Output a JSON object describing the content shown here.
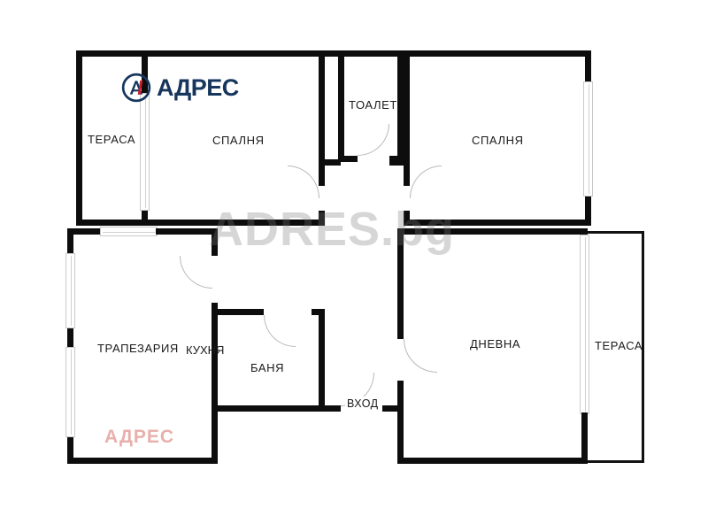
{
  "document": {
    "type": "floor-plan",
    "title": "АДРЕС floor plan",
    "background_color": "#ffffff",
    "wall_color": "#0d0d0d"
  },
  "brand": {
    "name": "АДРЕС",
    "mark_letter": "А",
    "navy": "#17365d",
    "red": "#c8202e",
    "watermark_pink": "АДРЕС",
    "watermark_pink_color": "#e8b0ab",
    "watermark_center": "ADRES.bg",
    "watermark_center_color": "#787878"
  },
  "rooms": [
    {
      "id": "terrace-left",
      "label": "ТЕРАСА"
    },
    {
      "id": "bedroom-left",
      "label": "СПАЛНЯ"
    },
    {
      "id": "toilet",
      "label": "ТОАЛЕТ"
    },
    {
      "id": "bedroom-right",
      "label": "СПАЛНЯ"
    },
    {
      "id": "dining",
      "label": "ТРАПЕЗАРИЯ"
    },
    {
      "id": "kitchen",
      "label": "КУХНЯ"
    },
    {
      "id": "bathroom",
      "label": "БАНЯ"
    },
    {
      "id": "living",
      "label": "ДНЕВНА"
    },
    {
      "id": "terrace-right",
      "label": "ТЕРАСА"
    }
  ],
  "openings": [
    {
      "id": "entrance",
      "label": "ВХОД"
    }
  ]
}
